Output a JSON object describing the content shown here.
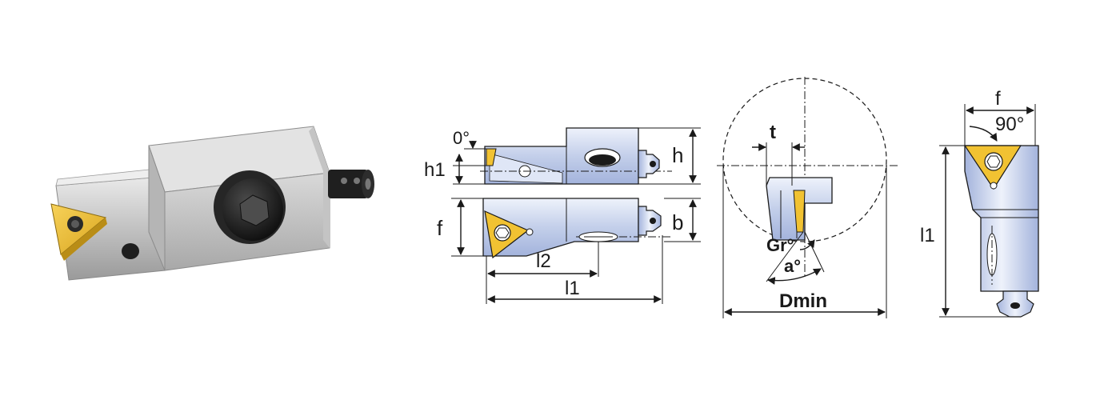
{
  "colors": {
    "insert_gold": "#f1c232",
    "body_blue_light": "#e9eef9",
    "body_blue_mid": "#b9c6e6",
    "body_blue_dark": "#8e9fcf",
    "product_grey_light": "#dedede",
    "product_grey_dark": "#9a9a9a",
    "screw_black": "#1b1b1b",
    "line": "#1a1a1a"
  },
  "icons": {
    "product_render": "boring-cartridge-render",
    "insert": "triangular-insert-icon",
    "torx_screw": "torx-screw-icon"
  },
  "labels": {
    "zero_angle": "0°",
    "h1": "h1",
    "h": "h",
    "f_side": "f",
    "b": "b",
    "l2": "l2",
    "l1_bottom": "l1",
    "t": "t",
    "gr": "Gr°",
    "a": "a°",
    "dmin": "Dmin",
    "f_end": "f",
    "ninety": "90°",
    "l1_end": "l1"
  }
}
